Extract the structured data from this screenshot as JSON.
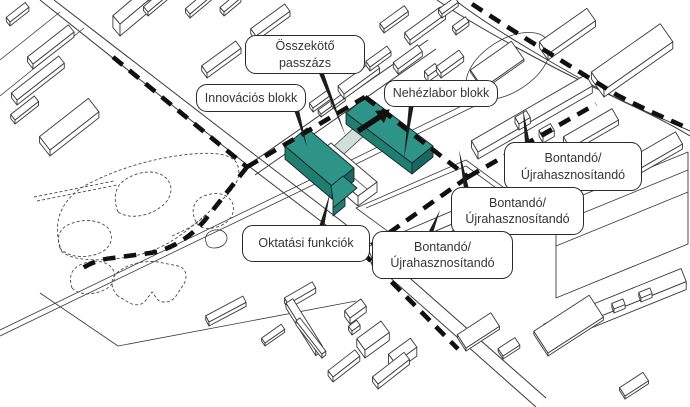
{
  "diagram": {
    "name": "campus-site-axonometric-diagram",
    "labels": {
      "connecting_passage": {
        "line1": "Összekötő",
        "line2": "passzázs"
      },
      "innovation_block": {
        "line1": "Innovációs blokk"
      },
      "heavy_lab_block": {
        "line1": "Nehézlabor blokk"
      },
      "educational_functions": {
        "line1": "Oktatási funkciók"
      },
      "demolish_1": {
        "line1": "Bontandó/",
        "line2": "Újrahasznosítandó"
      },
      "demolish_2": {
        "line1": "Bontandó/",
        "line2": "Újrahasznosítandó"
      },
      "demolish_3": {
        "line1": "Bontandó/",
        "line2": "Újrahasznosítandó"
      }
    },
    "colors": {
      "teal_top": "#2E9488",
      "teal_side": "#1F7E72",
      "teal_end": "#17695F",
      "passage": "#CFE0DB",
      "line": "#3A3A3A",
      "boundary": "#101010",
      "bubble_border": "#2A2A2A",
      "text": "#353535",
      "background": "#FFFFFF"
    }
  }
}
